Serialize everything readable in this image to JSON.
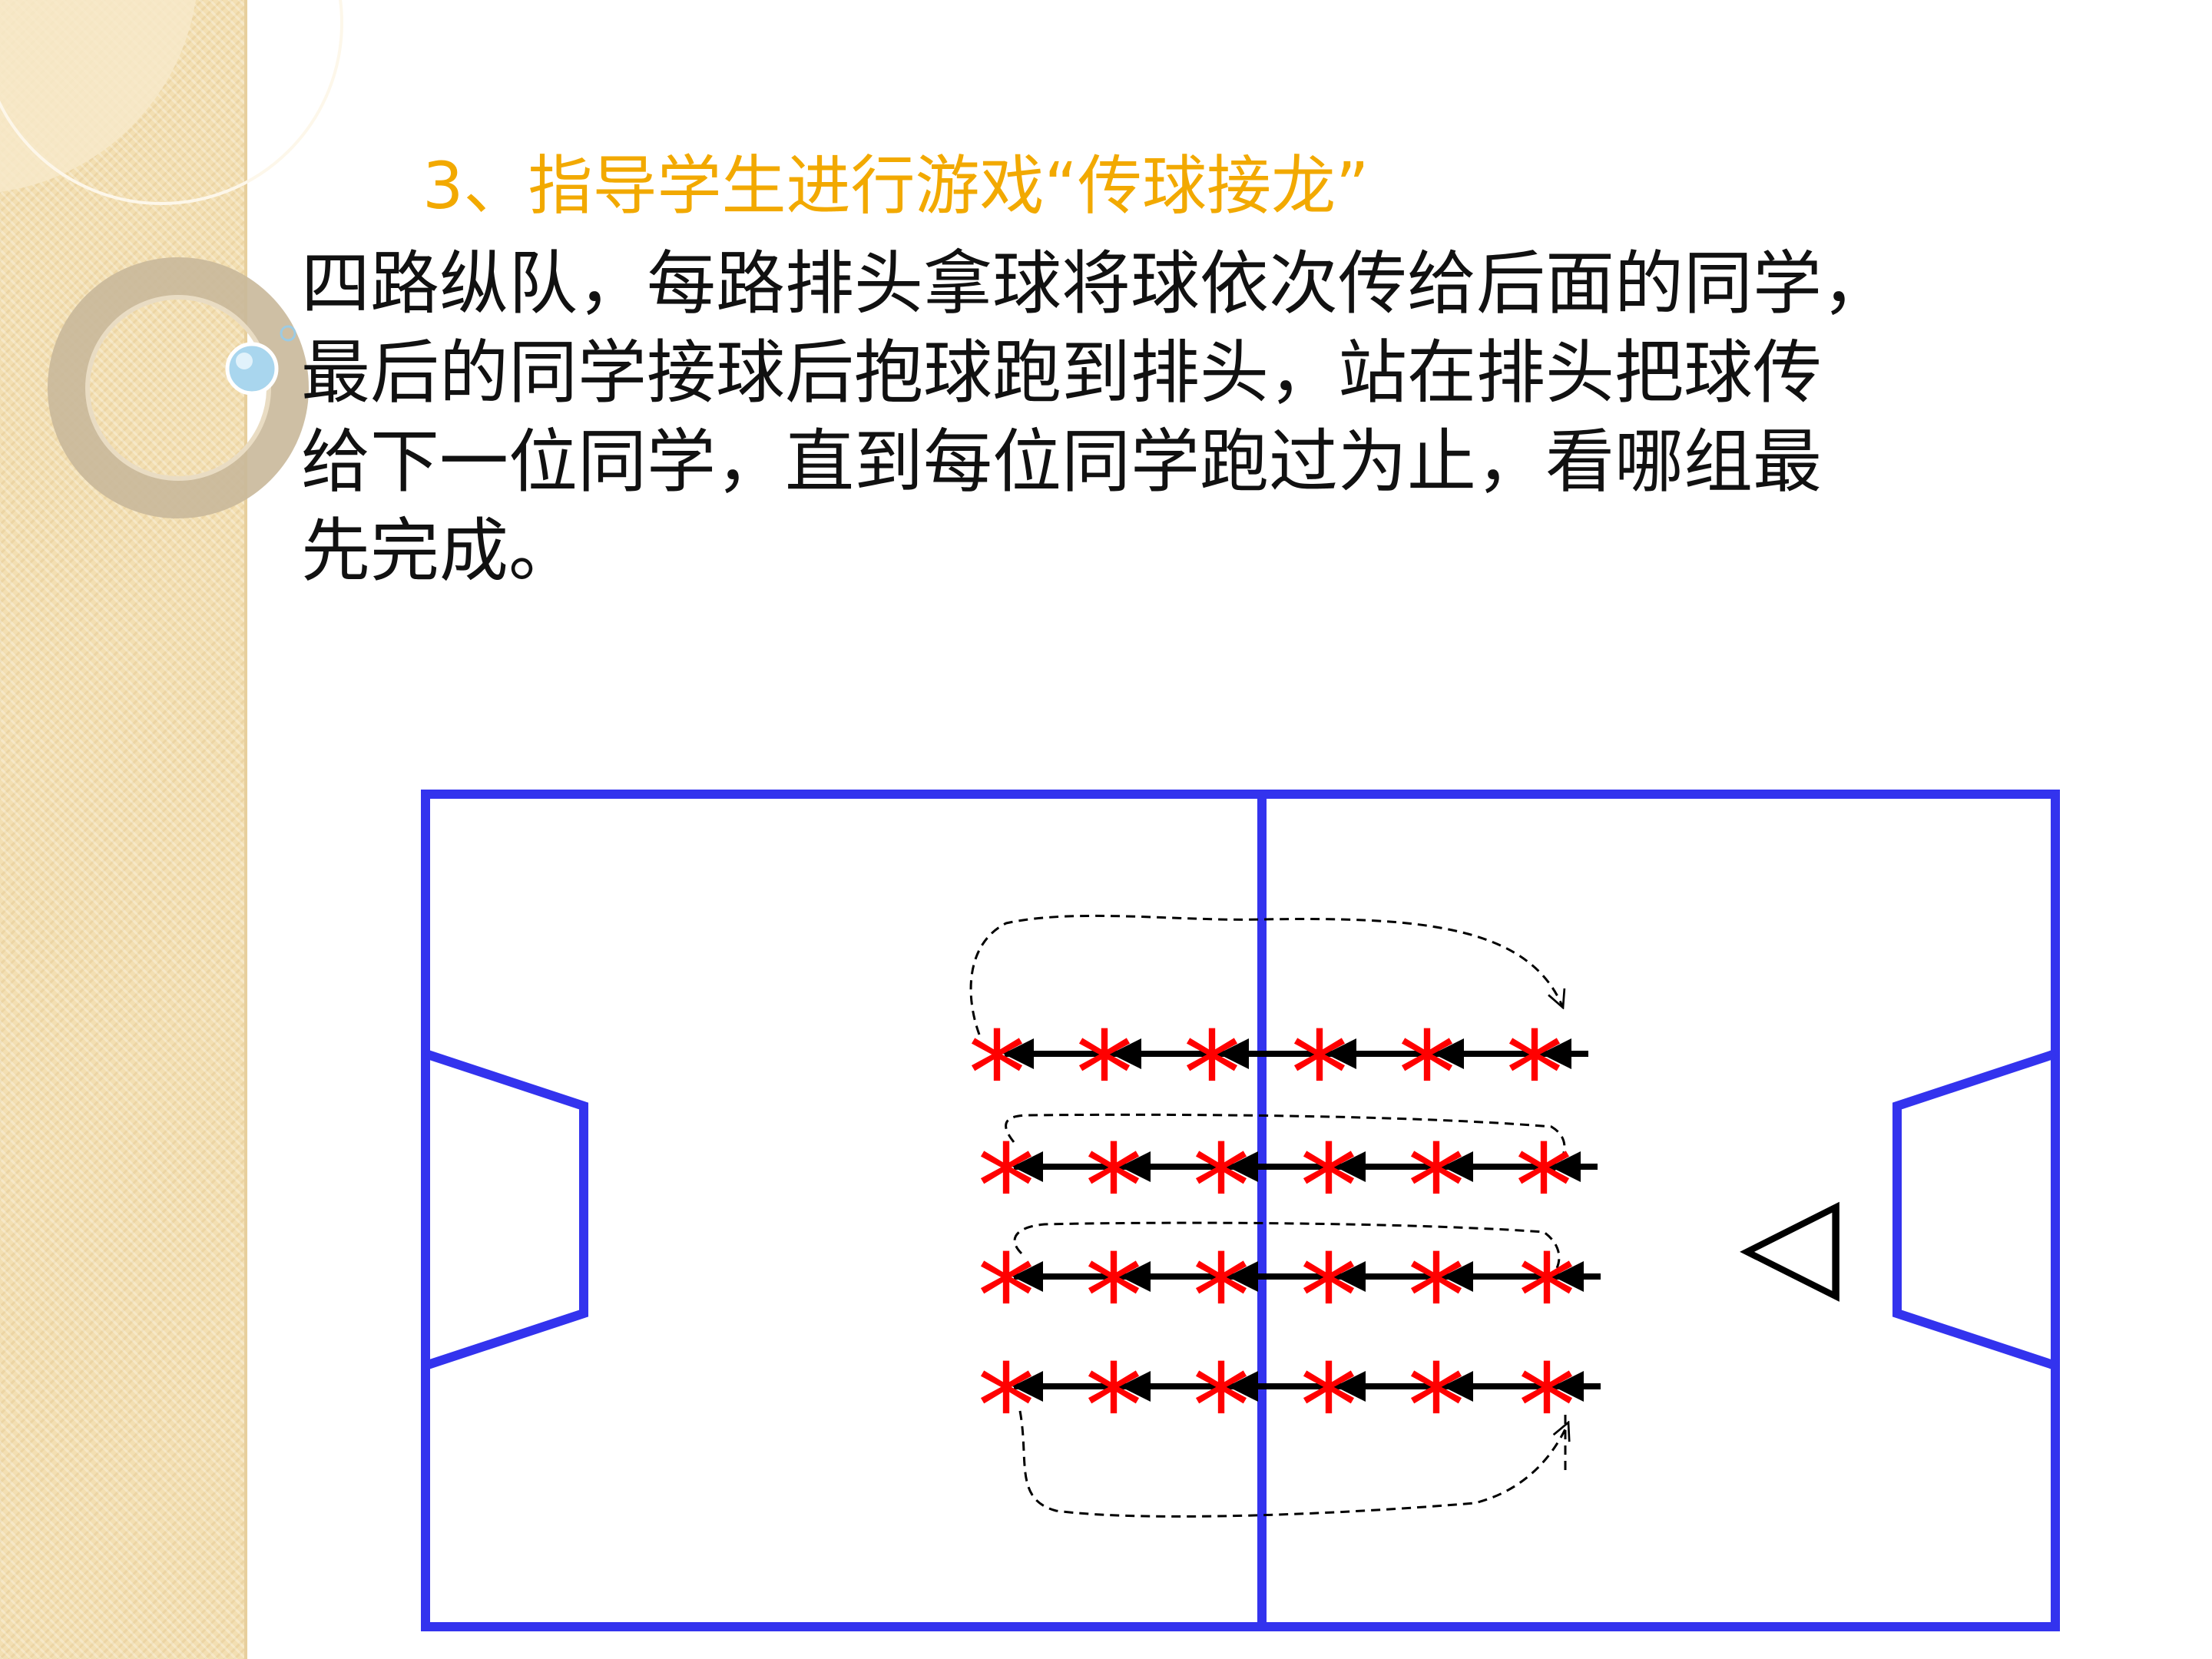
{
  "slide": {
    "heading": "3、指导学生进行游戏“传球接龙”",
    "body_lines": [
      "四路纵队，每路排头拿球将球依次传给后面的同学，",
      "最后的同学接球后抱球跑到排头，站在排头把球传",
      "给下一位同学，直到每位同学跑过为止，看哪组最",
      "先完成。"
    ]
  },
  "diagram": {
    "player_glyph": "*",
    "teacher_glyph": "◁",
    "rows": 4,
    "players_per_row": 6,
    "colors": {
      "field_line": "#3333ee",
      "player": "#ff0000",
      "pass_arrow": "#000000",
      "run_path": "#000000",
      "heading": "#f2a900",
      "sidebar": "#f3dfb2"
    }
  }
}
